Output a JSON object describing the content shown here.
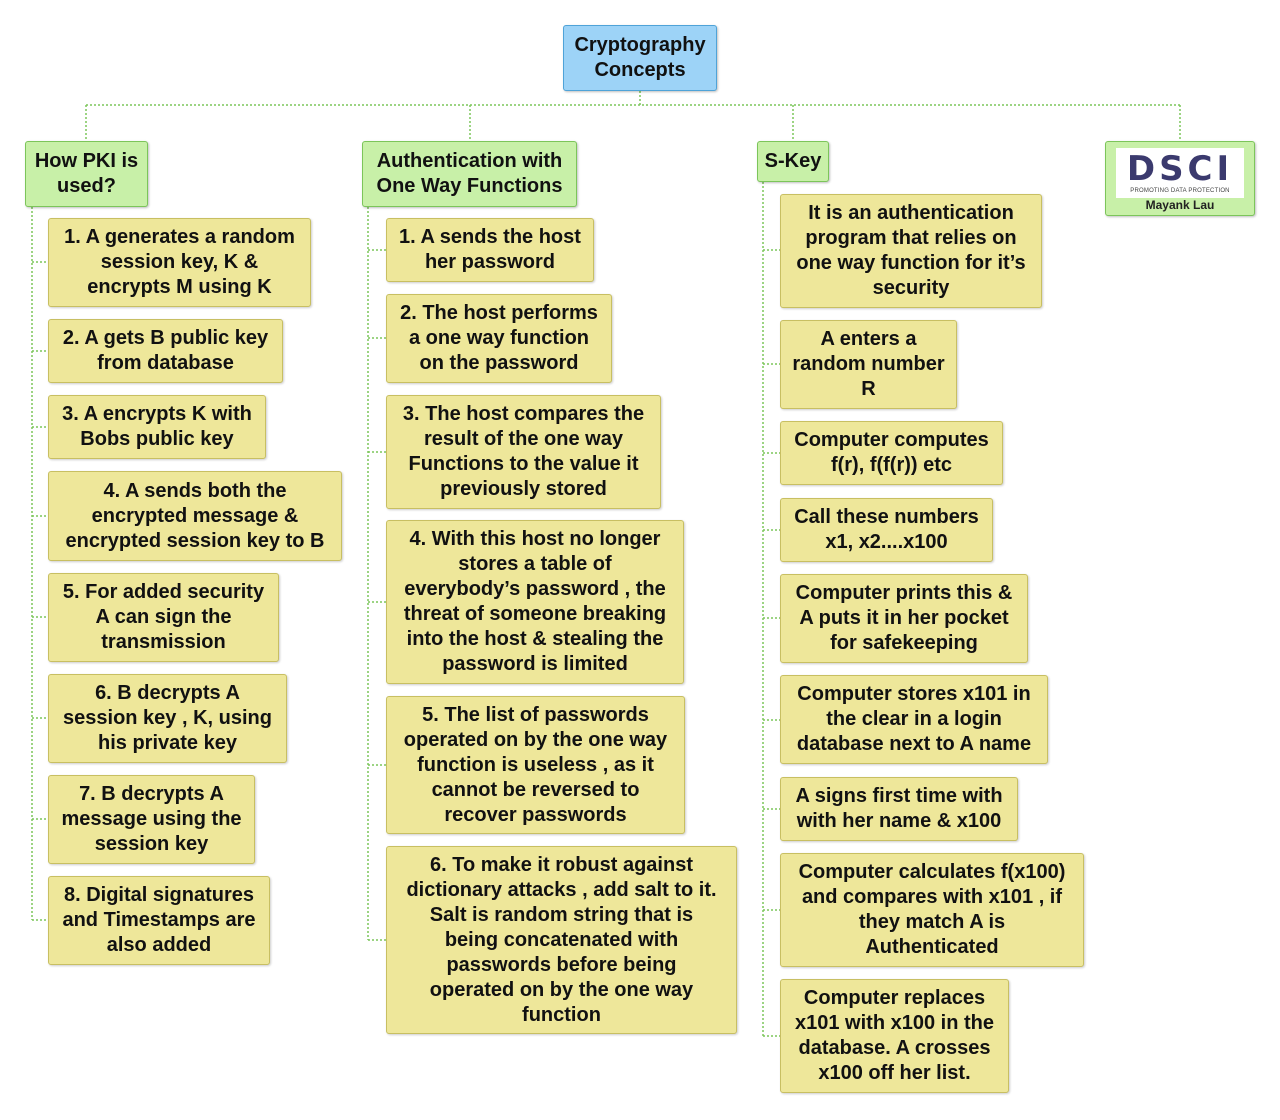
{
  "root": "Cryptography\nConcepts",
  "columns": [
    {
      "header": "How PKI is\nused?",
      "items": [
        "1. A generates a random\nsession key, K &\nencrypts M using K",
        "2. A gets B public key\nfrom database",
        "3. A encrypts K with\nBobs public key",
        "4. A sends both the\nencrypted message &\nencrypted session key to B",
        "5. For added security\nA can sign the\ntransmission",
        "6. B decrypts A\nsession key , K, using\nhis private key",
        "7. B decrypts A\nmessage using the\nsession key",
        "8. Digital signatures\nand Timestamps are\nalso added"
      ]
    },
    {
      "header": "Authentication with\nOne Way Functions",
      "items": [
        "1. A sends the host\nher password",
        "2. The host performs\na one way function\non the password",
        "3. The host compares the\nresult of the one way\nFunctions to the value it\npreviously stored",
        "4. With this host no longer\nstores a table of\neverybody’s password , the\nthreat of someone breaking\ninto the host & stealing the\npassword is limited",
        "5. The list of passwords\noperated on by the one way\nfunction is useless , as it\ncannot be reversed to\nrecover passwords",
        "6. To make it robust against\ndictionary attacks , add salt to it.\nSalt is random string that is\nbeing concatenated with\npasswords before being\noperated on by the one way\nfunction"
      ]
    },
    {
      "header": "S-Key",
      "items": [
        "It is an authentication\nprogram that relies on\none way function for it’s\nsecurity",
        "A enters a\nrandom number\nR",
        "Computer computes\nf(r), f(f(r)) etc",
        "Call these numbers\nx1, x2....x100",
        "Computer prints this &\nA puts it in her pocket\nfor safekeeping",
        "Computer stores x101 in\nthe clear in a login\ndatabase next to A name",
        "A signs first time with\nwith her name & x100",
        "Computer calculates f(x100)\nand compares with x101 , if\nthey match A is\nAuthenticated",
        "Computer replaces\nx101 with x100 in the\ndatabase. A crosses\nx100 off her list."
      ]
    }
  ],
  "logo": {
    "brand": "DSCI",
    "tagline": "PROMOTING DATA PROTECTION",
    "author": "Mayank Lau"
  },
  "colors": {
    "root_fill": "#9dd3f7",
    "header_fill": "#c8f0a8",
    "item_fill": "#eee79a",
    "connector": "#7cc55a"
  }
}
